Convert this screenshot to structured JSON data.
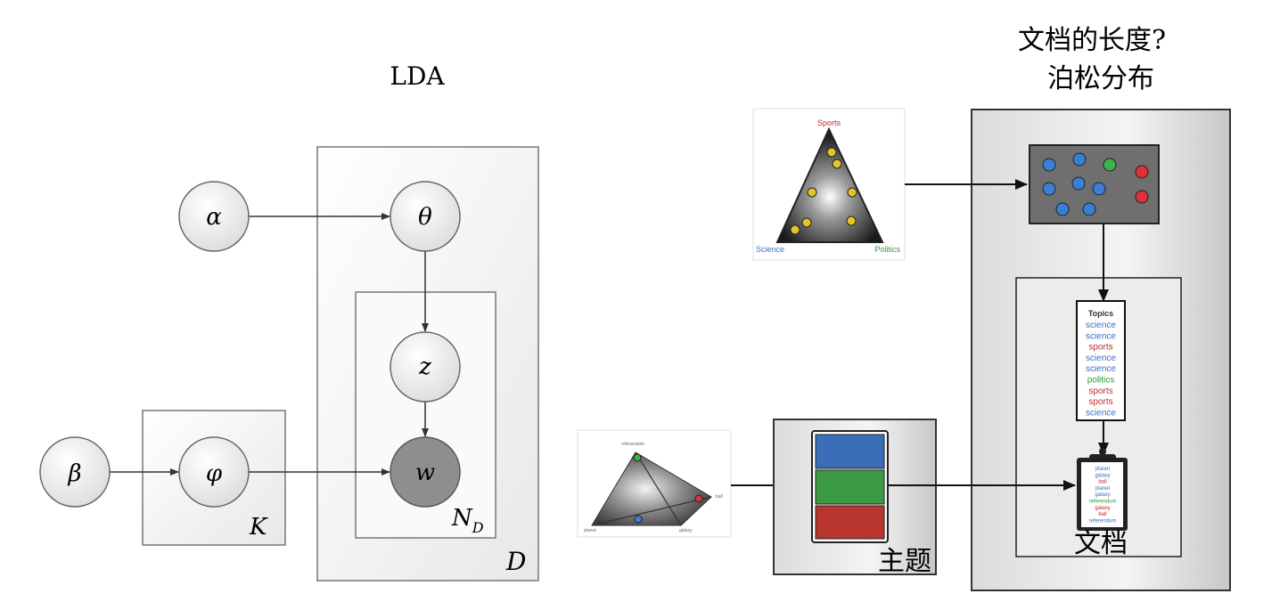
{
  "lda": {
    "title": "LDA",
    "nodes": {
      "alpha": "α",
      "theta": "θ",
      "z": "z",
      "w": "w",
      "beta": "β",
      "phi": "φ"
    },
    "plates": {
      "D": "D",
      "N": "N",
      "N_sub": "D",
      "K": "K"
    }
  },
  "right": {
    "title_line1": "文档的长度?",
    "title_line2": "泊松分布",
    "simplex": {
      "top": "Sports",
      "left": "Science",
      "right": "Politics"
    },
    "small_simplex": {
      "top": "referendum",
      "left": "planet",
      "right": "ball",
      "bottom": "galaxy"
    },
    "topics_label": "主题",
    "document_label": "文档",
    "topics_card": {
      "heading": "Topics",
      "items": [
        {
          "text": "science",
          "color": "#3a6fc4"
        },
        {
          "text": "science",
          "color": "#3a6fc4"
        },
        {
          "text": "sports",
          "color": "#c0282e"
        },
        {
          "text": "science",
          "color": "#3a6fc4"
        },
        {
          "text": "science",
          "color": "#3a6fc4"
        },
        {
          "text": "politics",
          "color": "#2f9a3a"
        },
        {
          "text": "sports",
          "color": "#c0282e"
        },
        {
          "text": "sports",
          "color": "#c0282e"
        },
        {
          "text": "science",
          "color": "#3a6fc4"
        }
      ]
    },
    "clipboard": {
      "items": [
        {
          "text": "planet",
          "color": "#3a6fc4"
        },
        {
          "text": "galaxy",
          "color": "#3a6fc4"
        },
        {
          "text": "ball",
          "color": "#c0282e"
        },
        {
          "text": "planet",
          "color": "#3a6fc4"
        },
        {
          "text": "galaxy",
          "color": "#3a6fc4"
        },
        {
          "text": "referendum",
          "color": "#2f9a3a"
        },
        {
          "text": "galaxy",
          "color": "#c0282e"
        },
        {
          "text": "ball",
          "color": "#c0282e"
        },
        {
          "text": "referendum",
          "color": "#3a6fc4"
        }
      ]
    }
  }
}
